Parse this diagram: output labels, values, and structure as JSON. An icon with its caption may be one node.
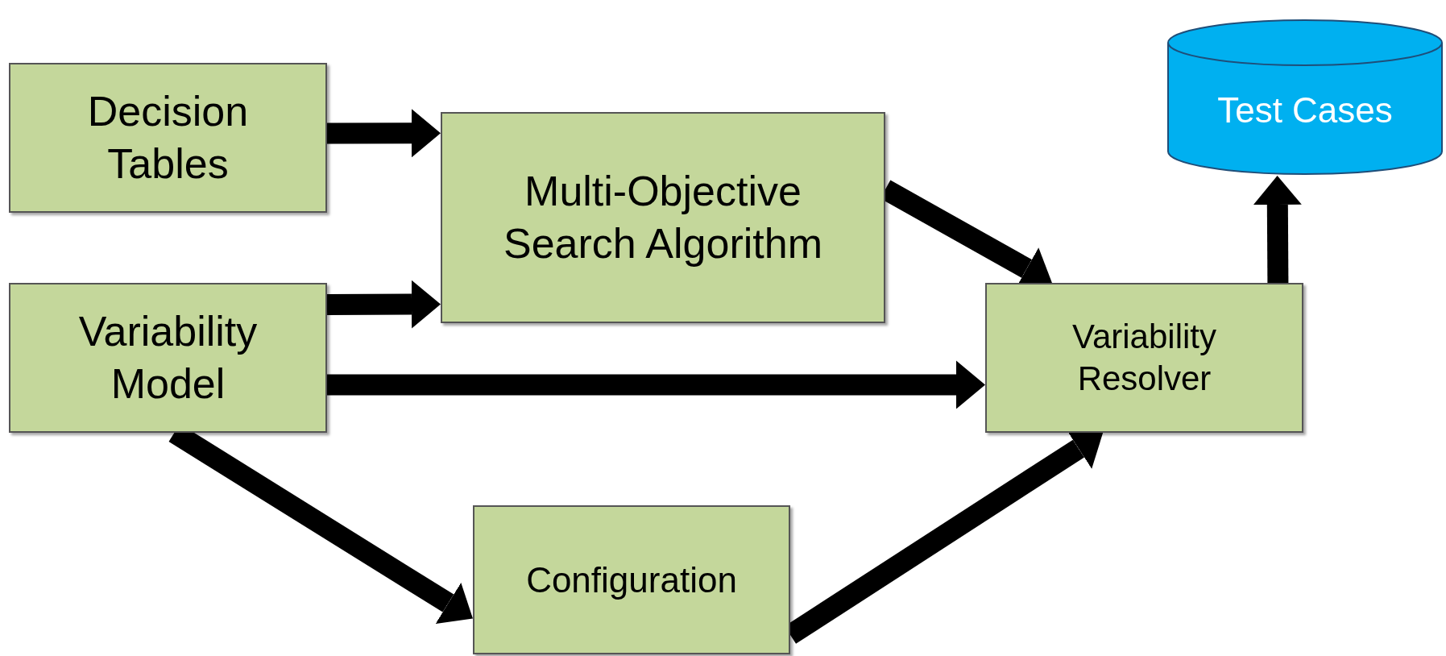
{
  "diagram": {
    "nodes": [
      {
        "text": [
          "Decision Tables"
        ]
      },
      {
        "text": [
          "Multi-Objective Search Algorithm"
        ]
      },
      {
        "text": [
          "Variability Model"
        ]
      },
      {
        "text": [
          "Variability Resolver"
        ]
      },
      {
        "text": [
          "Test Cases"
        ]
      },
      {
        "text": [
          "Configuration"
        ]
      }
    ],
    "edges": [
      {
        "from": 0,
        "to": 1,
        "arrow": "to"
      },
      {
        "from": 2,
        "to": 1,
        "arrow": "to"
      },
      {
        "from": 1,
        "to": 3,
        "arrow": "to"
      },
      {
        "from": 2,
        "to": 3,
        "arrow": "to"
      },
      {
        "from": 2,
        "to": 5,
        "arrow": "to"
      },
      {
        "from": 5,
        "to": 3,
        "arrow": "to"
      },
      {
        "from": 3,
        "to": 4,
        "arrow": "to"
      }
    ]
  }
}
